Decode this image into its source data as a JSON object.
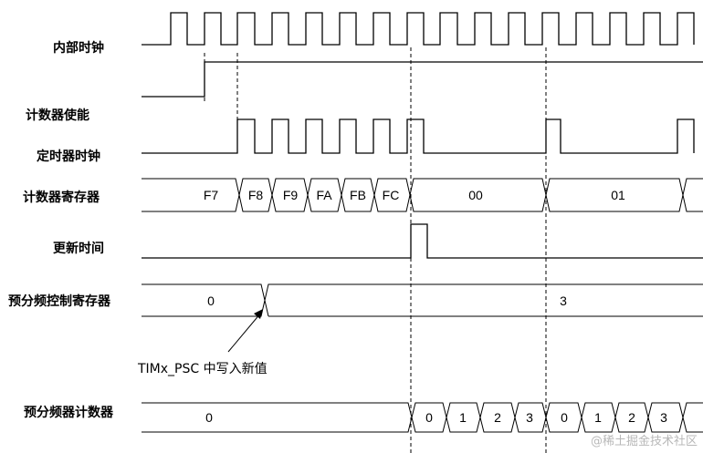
{
  "signals": [
    {
      "id": "internal_clock",
      "label": "内部时钟"
    },
    {
      "id": "counter_enable",
      "label": "计数器使能"
    },
    {
      "id": "timer_clock",
      "label": "定时器时钟"
    },
    {
      "id": "counter_register",
      "label": "计数器寄存器",
      "values": [
        "F7",
        "F8",
        "F9",
        "FA",
        "FB",
        "FC",
        "00",
        "01"
      ]
    },
    {
      "id": "update_event",
      "label": "更新时间"
    },
    {
      "id": "prescaler_control_register",
      "label": "预分频控制寄存器",
      "values": [
        "0",
        "3"
      ]
    },
    {
      "id": "prescaler_counter",
      "label": "预分频器计数器",
      "values": [
        "0",
        "0",
        "1",
        "2",
        "3",
        "0",
        "1",
        "2",
        "3"
      ]
    }
  ],
  "annotation": {
    "text": "TIMx_PSC 中写入新值"
  },
  "watermark": {
    "text": "@稀土掘金技术社区"
  }
}
